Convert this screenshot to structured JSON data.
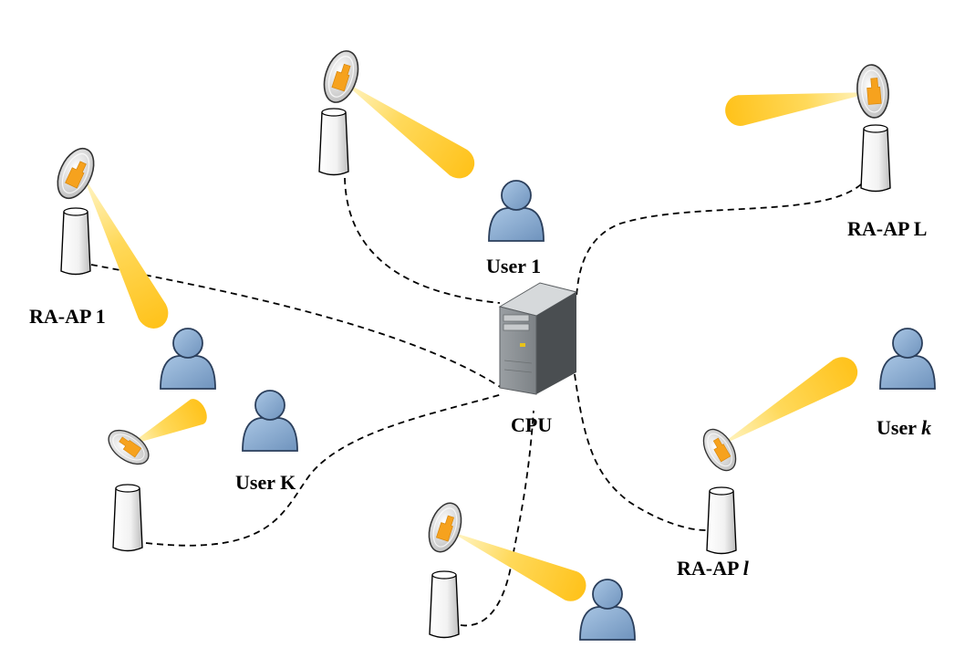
{
  "labels": {
    "ap_first": "RA-AP 1",
    "ap_last": "RA-AP L",
    "ap_l_prefix": "RA-AP ",
    "ap_l_index": "l",
    "user_first": "User 1",
    "user_last": "User K",
    "user_k_prefix": "User ",
    "user_k_index": "k",
    "cpu": "CPU"
  },
  "icons": {
    "access_point": "antenna-tower-icon",
    "dish": "reflector-dish-icon",
    "beam": "beam-icon",
    "user": "user-icon",
    "server": "server-icon"
  },
  "colors": {
    "beam": "#ffc82a",
    "feed": "#f6a21e",
    "user_fill": "#8fb2d6",
    "user_stroke": "#2b3f5c",
    "server_body": "#6b7072",
    "link": "#000000"
  }
}
